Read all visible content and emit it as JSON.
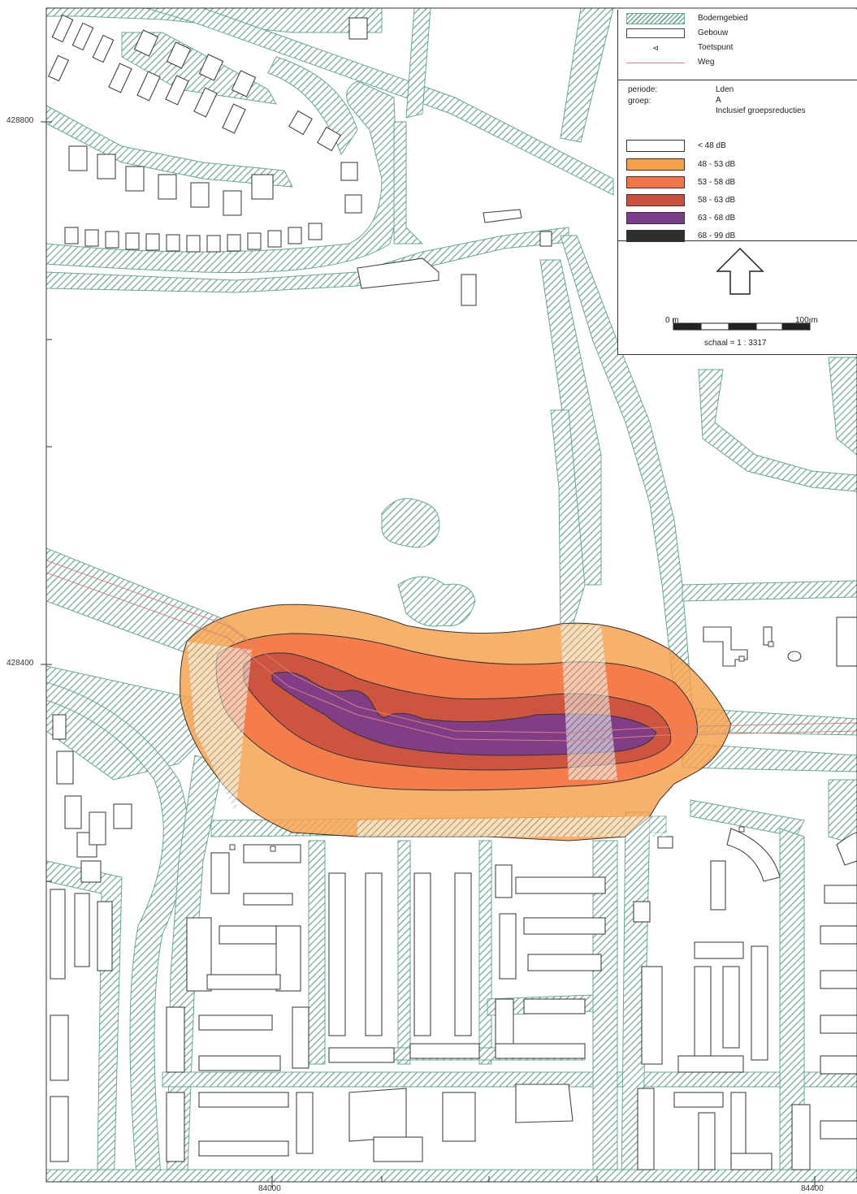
{
  "header_text": "",
  "legend": {
    "symbols": [
      {
        "label": "Bodemgebied",
        "kind": "hatch"
      },
      {
        "label": "Gebouw",
        "kind": "building"
      },
      {
        "label": "Toetspunt",
        "kind": "point"
      },
      {
        "label": "Weg",
        "kind": "road"
      }
    ],
    "periode_label": "periode:",
    "periode_value": "Lden",
    "groep_label": "groep:",
    "groep_value": "A",
    "groep_note": "Inclusief groepsreducties",
    "bands": [
      {
        "label": "< 48 dB",
        "color": "#ffffff"
      },
      {
        "label": "48 - 53 dB",
        "color": "#f7a04a"
      },
      {
        "label": "53 - 58 dB",
        "color": "#f57447"
      },
      {
        "label": "58 - 63 dB",
        "color": "#c9503d"
      },
      {
        "label": "63 - 68 dB",
        "color": "#7b3c8c"
      },
      {
        "label": "68 - 99 dB",
        "color": "#2d2d2d"
      }
    ],
    "scale_start": "0 m",
    "scale_end": "100 m",
    "scale_text": "schaal = 1 : 3317"
  },
  "axes": {
    "y_labels": [
      "428800",
      "428400"
    ],
    "x_labels": [
      "84000",
      "84400"
    ]
  },
  "colors": {
    "hatch": "#6aa890",
    "building_stroke": "#444444",
    "road": "#d98080",
    "frame": "#333333"
  }
}
